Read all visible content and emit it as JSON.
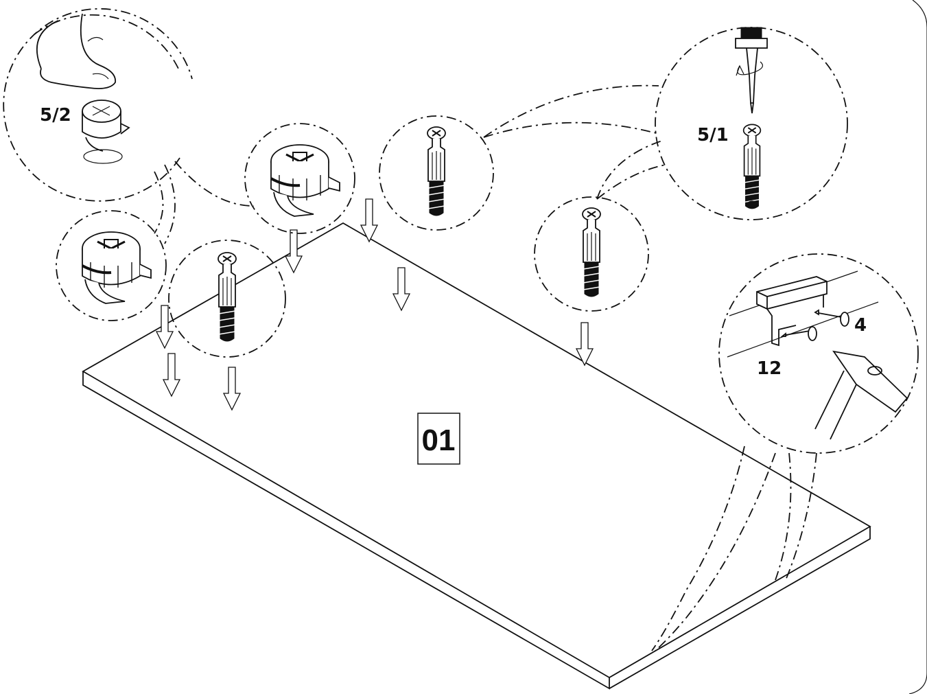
{
  "step": {
    "number": "01"
  },
  "labels": {
    "cam_lock": "5/2",
    "cam_bolt": "5/1",
    "nail_count": "4",
    "glide_count": "12"
  }
}
